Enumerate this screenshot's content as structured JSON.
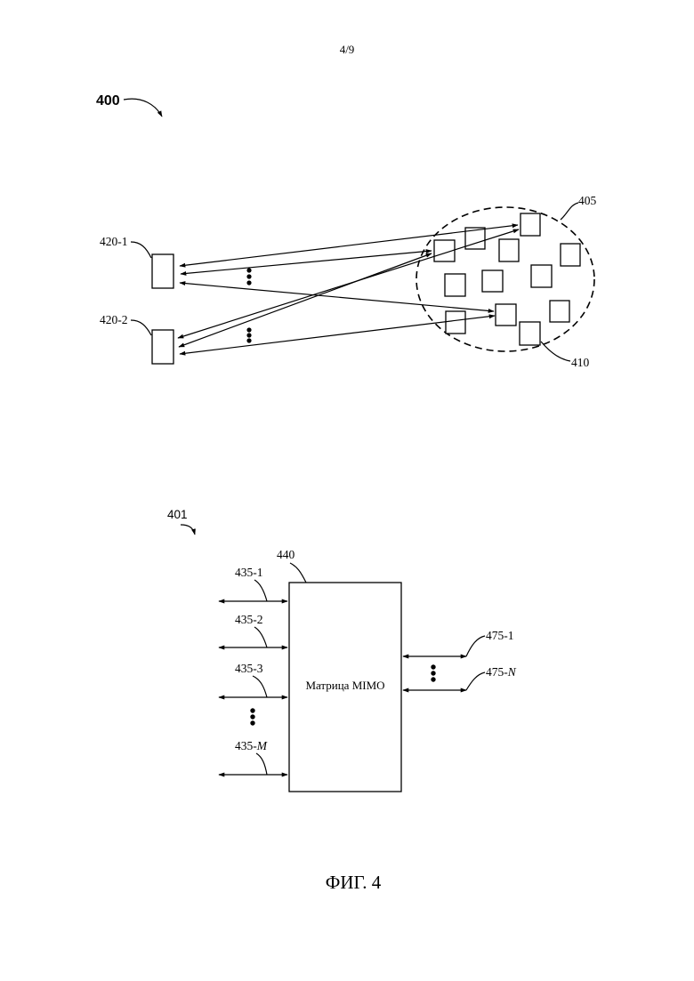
{
  "page_number": "4/9",
  "figure_caption": "ФИГ. 4",
  "diagram_400": {
    "ref_label": "400",
    "region_label": "405",
    "element_label": "410",
    "terminal_labels": [
      "420-1",
      "420-2"
    ]
  },
  "diagram_401": {
    "ref_label": "401",
    "matrix_ref": "440",
    "matrix_label": "Матрица MIMO",
    "left_ports": [
      "435-1",
      "435-2",
      "435-3"
    ],
    "left_port_last_prefix": "435-",
    "left_port_last_suffix": "M",
    "right_port_first": "475-1",
    "right_port_last_prefix": "475-",
    "right_port_last_suffix": "N"
  }
}
